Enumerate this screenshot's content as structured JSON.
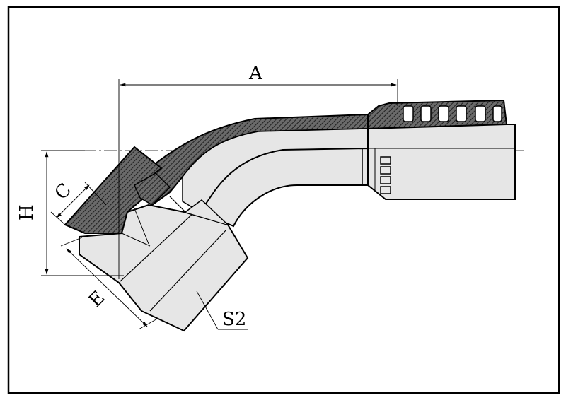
{
  "diagram": {
    "labels": {
      "a": "A",
      "c": "C",
      "h": "H",
      "e": "E",
      "s2": "S2"
    },
    "colors": {
      "frame": "#000000",
      "hatch_fill": "#555555",
      "body_fill": "#e6e6e6",
      "body_shade": "#cfcfcf",
      "background": "#ffffff"
    }
  }
}
